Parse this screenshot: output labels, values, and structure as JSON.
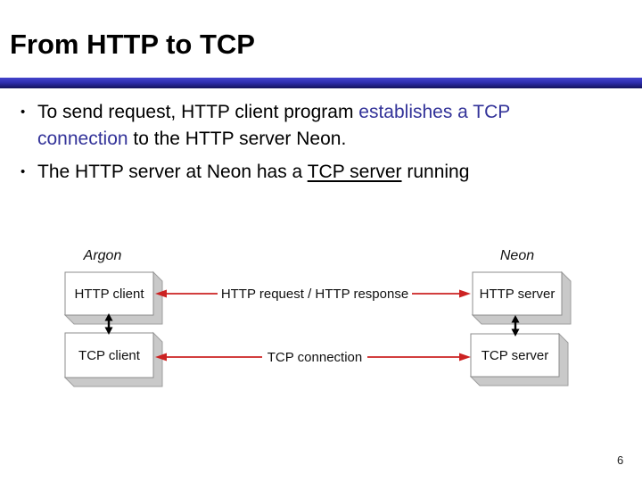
{
  "slide": {
    "title": "From HTTP to TCP",
    "bullet_char": "•",
    "bullets": [
      {
        "segments": [
          {
            "text": "To send request, HTTP client program ",
            "style": "normal"
          },
          {
            "text": "establishes a TCP connection",
            "style": "blue"
          },
          {
            "text": " to the HTTP server Neon.",
            "style": "normal"
          }
        ]
      },
      {
        "segments": [
          {
            "text": "The HTTP server at Neon has a ",
            "style": "normal"
          },
          {
            "text": "TCP server",
            "style": "underline"
          },
          {
            "text": " running",
            "style": "normal"
          }
        ]
      }
    ],
    "page_number": "6"
  },
  "diagram": {
    "hosts": [
      {
        "name": "Argon"
      },
      {
        "name": "Neon"
      }
    ],
    "boxes": [
      {
        "label": "HTTP client"
      },
      {
        "label": "TCP client"
      },
      {
        "label": "HTTP server"
      },
      {
        "label": "TCP server"
      }
    ],
    "connections": [
      {
        "label": "HTTP request / HTTP response"
      },
      {
        "label": "TCP connection"
      }
    ]
  },
  "colors": {
    "accent_blue_text": "#333399",
    "arrow_red": "#cc2222",
    "rule_top": "#4444cc",
    "rule_bottom": "#13135a",
    "shadow_gray": "#c9c9c9"
  }
}
